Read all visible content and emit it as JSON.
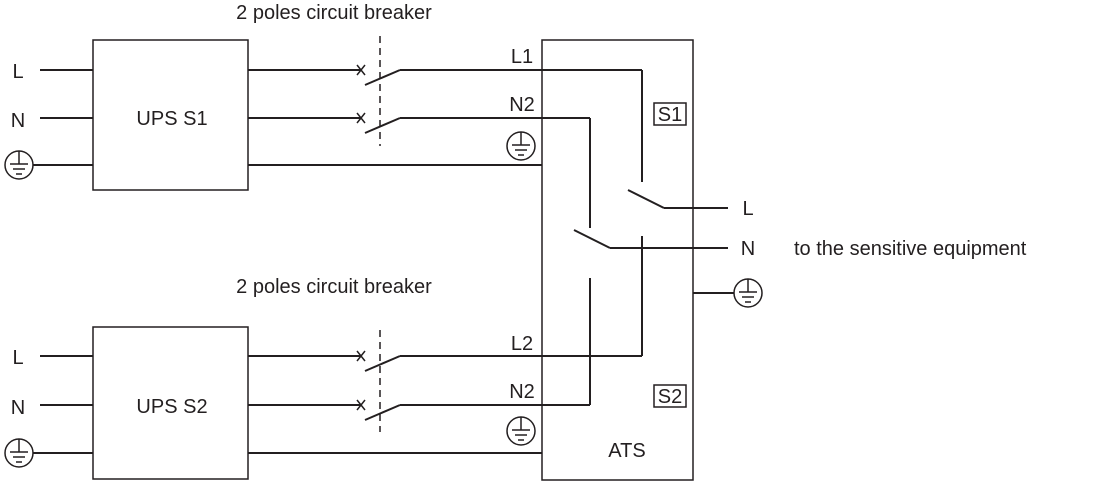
{
  "diagram": {
    "top_breaker_label": "2 poles circuit breaker",
    "bottom_breaker_label": "2 poles circuit breaker",
    "ups1": {
      "name": "UPS S1",
      "input_l": "L",
      "input_n": "N"
    },
    "ups2": {
      "name": "UPS S2",
      "input_l": "L",
      "input_n": "N"
    },
    "ats": {
      "name": "ATS",
      "source1_tag": "S1",
      "source2_tag": "S2",
      "in_l1": "L1",
      "in_n1": "N2",
      "in_l2": "L2",
      "in_n2": "N2",
      "out_l": "L",
      "out_n": "N"
    },
    "output_caption": "to the sensitive equipment",
    "ground_icon": "ground-icon"
  }
}
